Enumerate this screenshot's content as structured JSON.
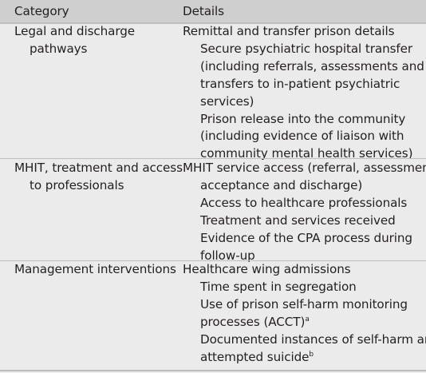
{
  "header": {
    "category": "Category",
    "details": "Details"
  },
  "rows": [
    {
      "category": [
        "Legal and discharge",
        "pathways"
      ],
      "heading": "Remittal and transfer prison details",
      "sub": [
        [
          "Secure psychiatric hospital transfer",
          "(including referrals, assessments and",
          "transfers to in-patient psychiatric",
          "services)"
        ],
        [
          "Prison release into the community",
          "(including evidence of liaison with",
          "community mental health services)"
        ]
      ]
    },
    {
      "category": [
        "MHIT, treatment and access",
        "to professionals"
      ],
      "heading": [
        "MHIT service access (referral, assessment,",
        "acceptance and discharge)"
      ],
      "sub": [
        [
          "Access to healthcare professionals"
        ],
        [
          "Treatment and services received"
        ],
        [
          "Evidence of the CPA process during",
          "follow-up"
        ]
      ]
    },
    {
      "category": [
        "Management interventions"
      ],
      "heading": "Healthcare wing admissions",
      "sub": [
        [
          "Time spent in segregation"
        ],
        [
          "Use of prison self-harm monitoring",
          "processes (ACCT)"
        ],
        [
          "Documented instances of self-harm and",
          "attempted suicide"
        ]
      ],
      "footnote_marks": [
        "a",
        "b"
      ]
    }
  ]
}
